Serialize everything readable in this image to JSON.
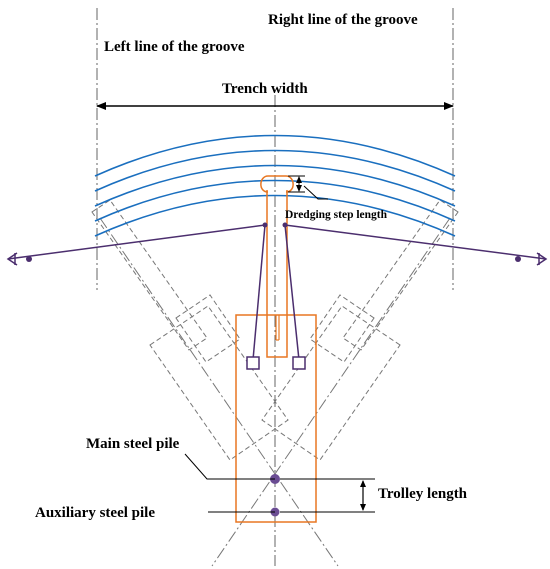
{
  "labels": {
    "right_line": "Right line of the groove",
    "left_line": "Left line of the groove",
    "trench_width": "Trench width",
    "dredging_step": "Dredging step length",
    "main_pile": "Main steel pile",
    "aux_pile": "Auxiliary steel pile",
    "trolley_length": "Trolley length"
  },
  "colors": {
    "arc": "#1a6fbf",
    "boom": "#e87722",
    "cable": "#4b2e6e",
    "guide": "#666666",
    "dim": "#000000"
  }
}
